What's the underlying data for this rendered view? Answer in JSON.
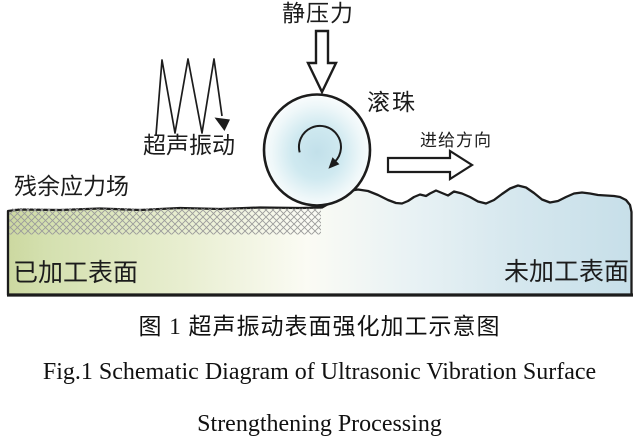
{
  "figure": {
    "labels": {
      "static_pressure": "静压力",
      "ball": "滚珠",
      "ultrasonic_vibration": "超声振动",
      "feed_direction": "进给方向",
      "residual_stress_field": "残余应力场",
      "machined_surface": "已加工表面",
      "unmachined_surface": "未加工表面"
    },
    "caption_zh": "图 1  超声振动表面强化加工示意图",
    "caption_en_line1": "Fig.1 Schematic Diagram of Ultrasonic Vibration Surface",
    "caption_en_line2": "Strengthening Processing"
  },
  "colors": {
    "outline": "#1c1c1c",
    "hatch_gray": "#9b9b9b",
    "machined_green_edge": "#ccd8a0",
    "machined_green": "#d4e0af",
    "green_fade": "#e8eed0",
    "center_white": "#fbfbf4",
    "blue_fade": "#e7f1f4",
    "raw_blue": "#d5e7ee",
    "raw_blue_edge": "#c7dfe9",
    "ball_blue_core": "#c2e0ea",
    "ball_blue_mid": "#cfe9f0",
    "ball_blue_light": "#eef7f9",
    "ball_white": "#ffffff"
  }
}
